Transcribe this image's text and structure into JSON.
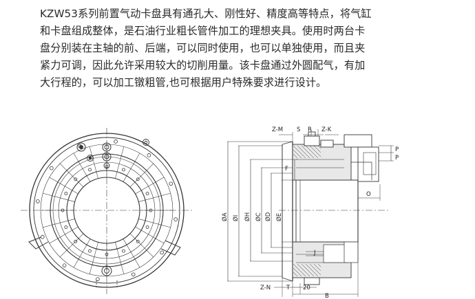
{
  "description": {
    "lines": [
      "KZW53系列前置气动卡盘具有通孔大、刚性好、精度高等特点，将气缸",
      "和卡盘组成整体，是石油行业粗长管件加工的理想夹具。使用时两台卡",
      "盘分别装在主轴的前、后端，可以同时使用，也可以单独使用，而且夹",
      "紧力可调，因此允许采用较大的切削用量。该卡盘通过外圆配气，有加",
      "大行程的，可以加工镦粗管,也可根据用户特殊要求进行设计。"
    ]
  },
  "drawing": {
    "labels": {
      "zm": "Z-M",
      "s": "S",
      "r": "R",
      "zk": "Z-K",
      "p1": "P",
      "p2": "P",
      "f": "F",
      "o": "O",
      "a": "ØA",
      "i": "ØI",
      "h": "ØH",
      "c": "ØC",
      "d": "ØD",
      "e": "ØE",
      "j": "J",
      "zn": "Z-N",
      "t": "T",
      "twenty": "20",
      "b": "B"
    }
  }
}
